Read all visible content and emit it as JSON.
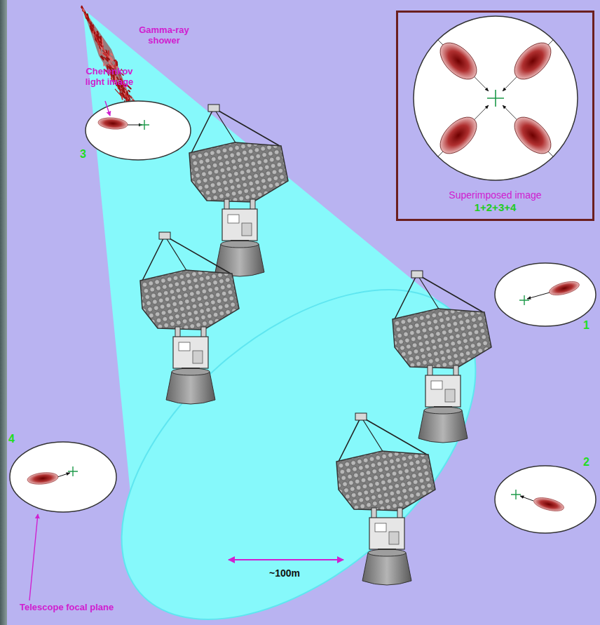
{
  "diagram": {
    "nodes": [
      {
        "text": [
          "Superimposed image",
          "1+2+3+4"
        ]
      }
    ],
    "labels": [
      "Gamma-ray shower",
      "Cherenkov light image",
      "3",
      "1",
      "4",
      "2",
      "~100m",
      "Telescope focal plane"
    ]
  }
}
